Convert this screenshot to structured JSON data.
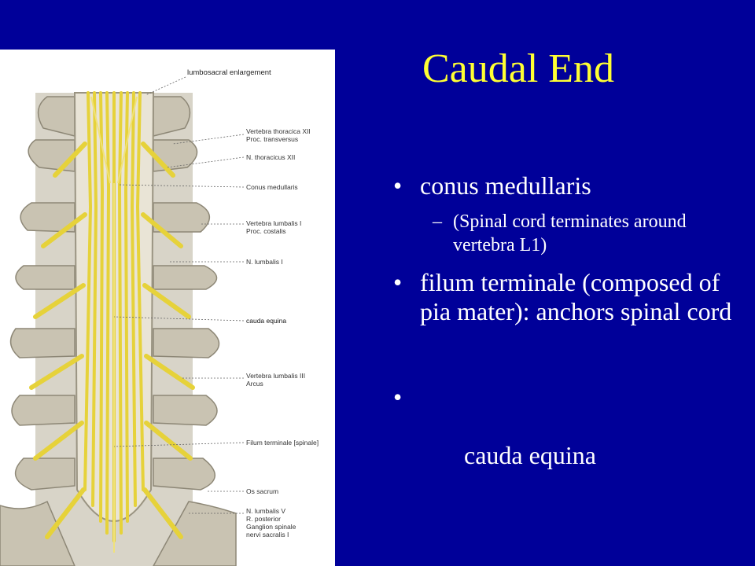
{
  "slide": {
    "title": "Caudal End",
    "bullets": [
      {
        "marker": "•",
        "text": "conus medullaris",
        "sub": {
          "marker": "–",
          "text": "(Spinal cord terminates around vertebra L1)"
        }
      },
      {
        "marker": "•",
        "text": "filum terminale (composed of pia mater): anchors spinal cord"
      },
      {
        "marker": "•",
        "text": " cauda equina"
      }
    ],
    "colors": {
      "background": "#000099",
      "title": "#ffff33",
      "text": "#ffffff"
    }
  },
  "figure": {
    "labels": {
      "lumbosacral": "lumbosacral enlargement",
      "vert_thor_1": "Vertebra thoracica XII",
      "vert_thor_2": "Proc. transversus",
      "n_thor": "N. thoracicus XII",
      "conus": "Conus medullaris",
      "vert_lumb1_1": "Vertebra lumbalis I",
      "vert_lumb1_2": "Proc. costalis",
      "n_lumb": "N. lumbalis I",
      "cauda": "cauda equina",
      "vert_lumb3_1": "Vertebra lumbalis III",
      "vert_lumb3_2": "Arcus",
      "filum": "Filum terminale [spinale]",
      "os_sacrum": "Os sacrum",
      "n_lumb5_1": "N. lumbalis V",
      "n_lumb5_2": "R. posterior",
      "n_lumb5_3": "Ganglion spinale",
      "n_lumb5_4": "nervi sacralis I"
    }
  }
}
